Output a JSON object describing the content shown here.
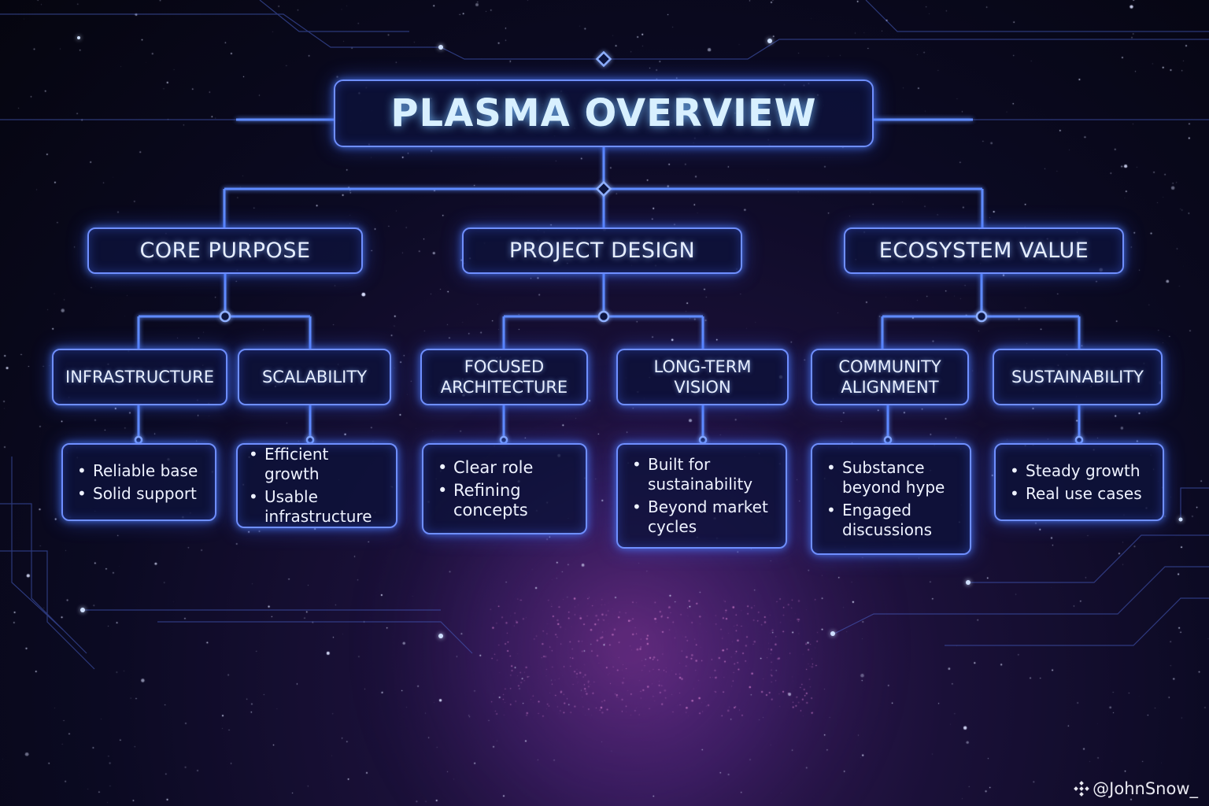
{
  "title": "PLASMA OVERVIEW",
  "categories": [
    {
      "label": "CORE PURPOSE",
      "children": [
        {
          "label": "INFRASTRUCTURE",
          "bullets": [
            "Reliable base",
            "Solid support"
          ]
        },
        {
          "label": "SCALABILITY",
          "bullets": [
            "Efficient growth",
            "Usable infrastructure"
          ]
        }
      ]
    },
    {
      "label": "PROJECT DESIGN",
      "children": [
        {
          "label": "FOCUSED\nARCHITECTURE",
          "bullets": [
            "Clear role",
            "Refining concepts"
          ]
        },
        {
          "label": "LONG-TERM\nVISION",
          "bullets": [
            "Built for sustainability",
            "Beyond market cycles"
          ]
        }
      ]
    },
    {
      "label": "ECOSYSTEM VALUE",
      "children": [
        {
          "label": "COMMUNITY\nALIGNMENT",
          "bullets": [
            "Substance beyond hype",
            "Engaged discussions"
          ]
        },
        {
          "label": "SUSTAINABILITY",
          "bullets": [
            "Steady growth",
            "Real use cases"
          ]
        }
      ]
    }
  ],
  "watermark": {
    "handle": "@JohnSnow_",
    "logo_icon": "binance-diamond-icon"
  },
  "colors": {
    "line_glow": "#5f8bff",
    "box_border": "#6f8fff",
    "text": "#e6eeff"
  }
}
